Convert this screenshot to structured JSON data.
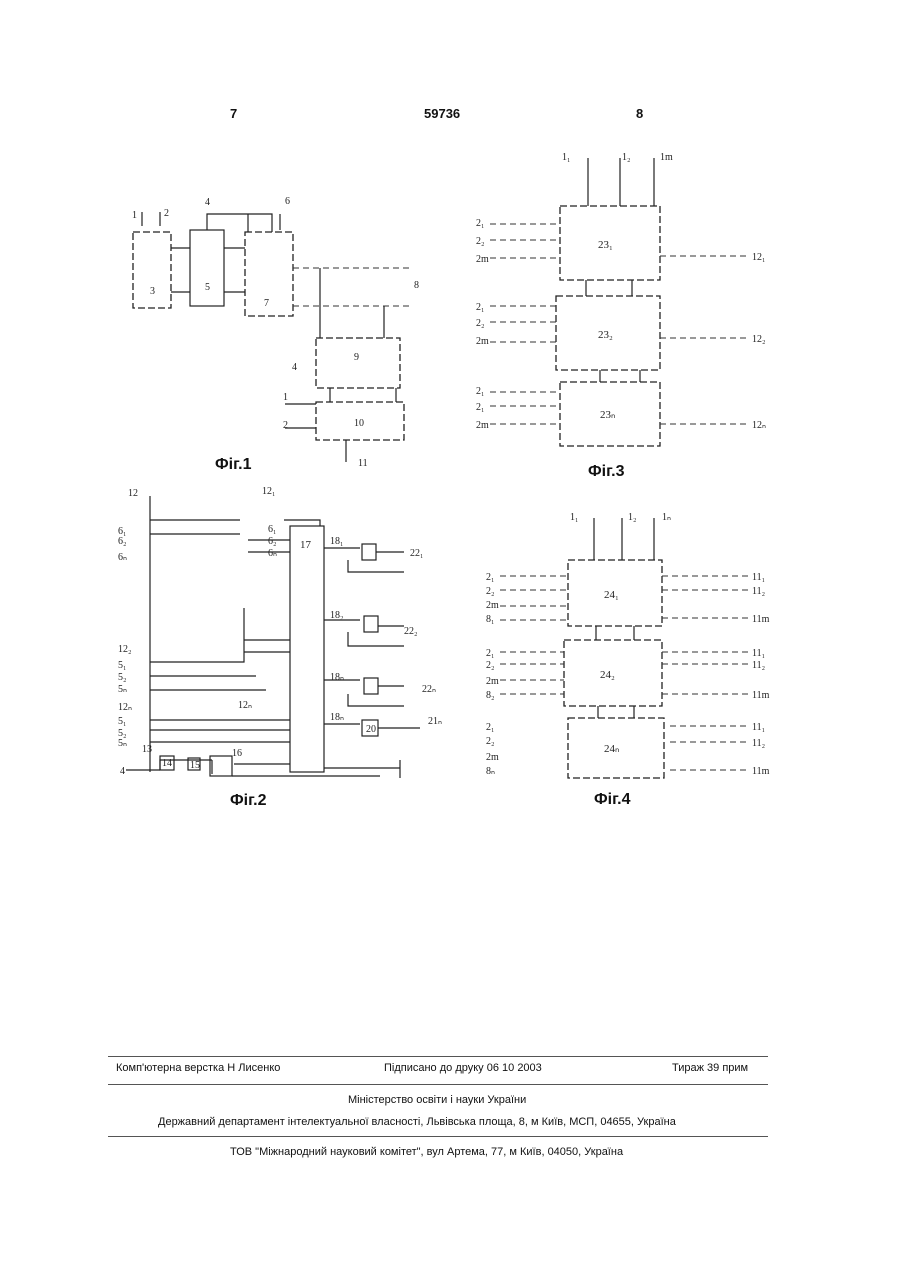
{
  "header": {
    "left_page": "7",
    "doc_number": "59736",
    "right_page": "8"
  },
  "figures": {
    "fig1": {
      "caption": "Фіг.1",
      "labels": [
        "1",
        "2",
        "3",
        "4",
        "5",
        "6",
        "7",
        "8",
        "9",
        "10",
        "11",
        "1",
        "2",
        "4"
      ]
    },
    "fig2": {
      "caption": "Фіг.2",
      "labels": [
        "12",
        "12",
        "17",
        "14",
        "15",
        "16",
        "20",
        "4",
        "13"
      ]
    },
    "fig3": {
      "caption": "Фіг.3",
      "labels": [
        "23₁",
        "23₂",
        "23ₙ",
        "12₁",
        "12₂",
        "12ₙ"
      ]
    },
    "fig4": {
      "caption": "Фіг.4",
      "labels": [
        "24₁",
        "24₂",
        "24ₙ"
      ]
    }
  },
  "footer": {
    "typesetting": "Комп'ютерна верстка Н  Лисенко",
    "signed": "Підписано до друку 06 10 2003",
    "circulation": "Тираж 39 прим",
    "ministry": "Міністерство освіти і науки України",
    "department": "Державний департамент інтелектуальної власності, Львівська площа, 8, м  Київ, МСП, 04655, Україна",
    "printer": "ТОВ \"Міжнародний науковий комітет\", вул  Артема, 77, м  Київ, 04050, Україна"
  }
}
